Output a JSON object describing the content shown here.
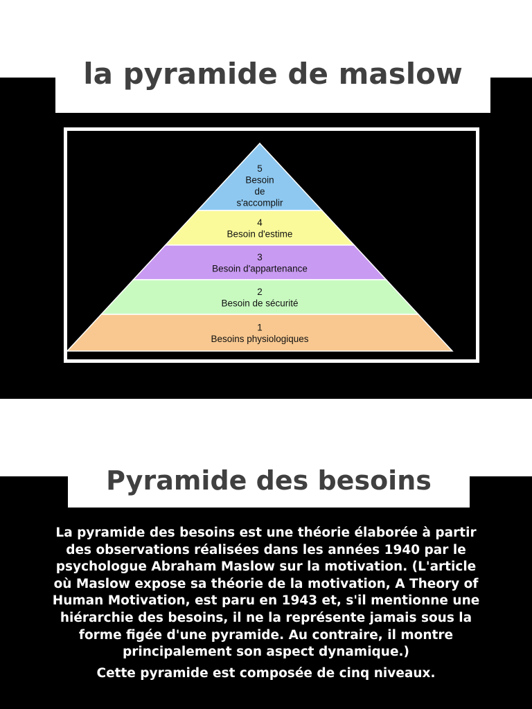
{
  "slide1": {
    "title": "la pyramide de maslow"
  },
  "pyramid": {
    "levels": [
      {
        "number": "5",
        "lines": [
          "Besoin",
          "de",
          "s'accomplir"
        ],
        "color": "#8ec8f0"
      },
      {
        "number": "4",
        "lines": [
          "Besoin d'estime"
        ],
        "color": "#fafa9a"
      },
      {
        "number": "3",
        "lines": [
          "Besoin d'appartenance"
        ],
        "color": "#c99af2"
      },
      {
        "number": "2",
        "lines": [
          "Besoin de sécurité"
        ],
        "color": "#c8fac0"
      },
      {
        "number": "1",
        "lines": [
          "Besoins physiologiques"
        ],
        "color": "#f8c890"
      }
    ]
  },
  "slide2": {
    "title": "Pyramide des besoins",
    "paragraph": "La pyramide des besoins est une théorie élaborée à partir des observations réalisées dans les années 1940 par le psychologue Abraham Maslow sur la motivation. (L'article où Maslow expose sa théorie de la motivation, A Theory of Human Motivation, est paru en 1943 et, s'il mentionne une hiérarchie des besoins, il ne la représente jamais sous la forme figée d'une  pyramide. Au contraire, il montre principalement son aspect dynamique.)",
    "paragraph2": "Cette pyramide est composée de cinq niveaux."
  }
}
